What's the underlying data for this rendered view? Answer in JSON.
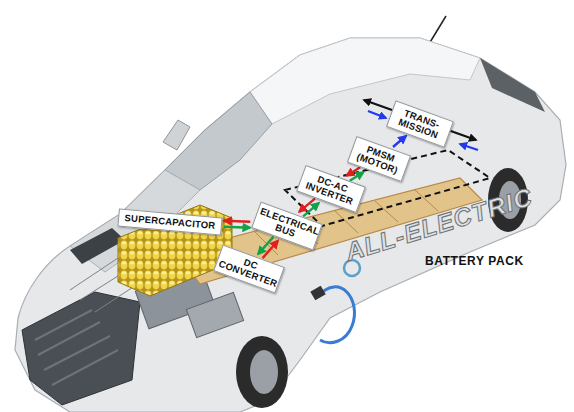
{
  "diagram": {
    "nodes": [
      {
        "text": [
          "TRANS- MISSION"
        ]
      },
      {
        "text": [
          "PMSM (MOTOR)"
        ]
      },
      {
        "text": [
          "DC-AC INVERTER"
        ]
      },
      {
        "text": [
          "SUPERCAPACITOR"
        ]
      },
      {
        "text": [
          "ELECTRICAL BUS"
        ]
      },
      {
        "text": [
          "DC CONVERTER"
        ]
      }
    ],
    "edges": [
      {
        "from": 1,
        "to": 0,
        "arrow": "to"
      },
      {
        "from": 2,
        "to": 1,
        "arrow": "both"
      },
      {
        "from": 4,
        "to": 2,
        "arrow": "both"
      },
      {
        "from": 3,
        "to": 4,
        "arrow": "both"
      },
      {
        "from": 4,
        "to": 5,
        "arrow": "both"
      }
    ],
    "labels": [
      "BATTERY PACK",
      "ALL-ELECTRIC"
    ]
  }
}
